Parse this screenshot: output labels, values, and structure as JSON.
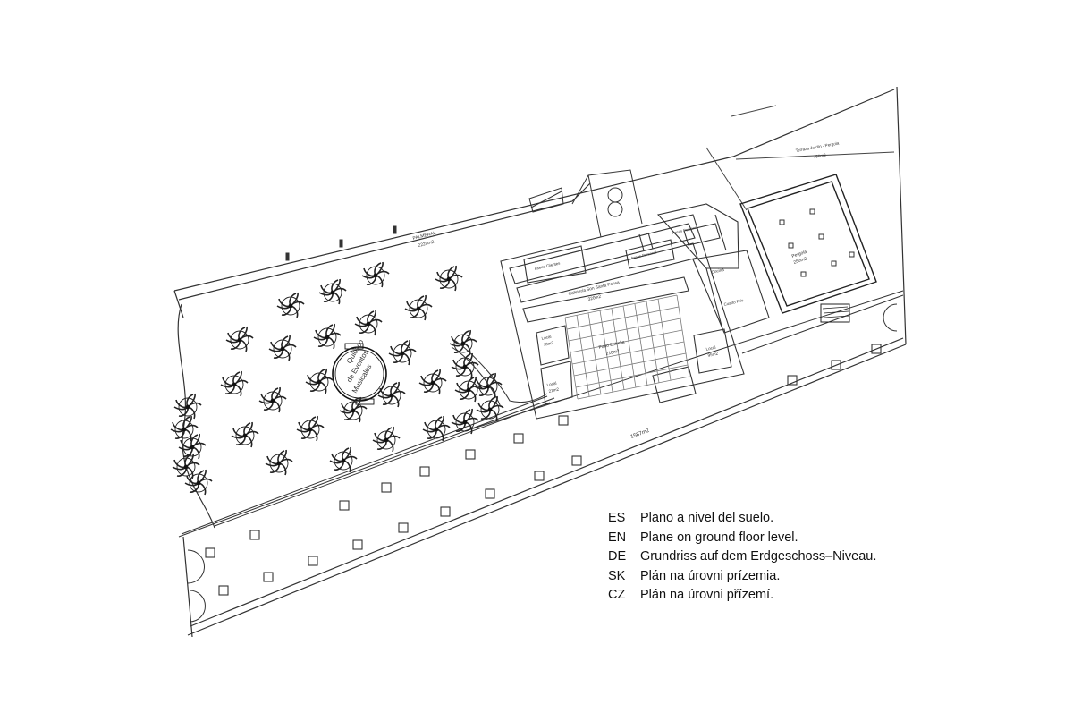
{
  "plan": {
    "labels": {
      "palmeral": "PALMERAL",
      "palmeral_area": "2220m2",
      "kiosk_line1": "Quiosco",
      "kiosk_line2": "de Eventos",
      "kiosk_line3": "Musicales",
      "terrace_area": "1587m2",
      "cafeteria": "Cafetería Son Santa Ponsa",
      "cafeteria_area": "320m2",
      "patio": "Patio Estrella",
      "patio_area": "210m2",
      "local_1": "Local",
      "local_1_area": "18m2",
      "local_2": "Local",
      "local_2_area": "21m2",
      "local_3": "Local",
      "local_3_area": "95m2",
      "aseos_clientes": "Aseos Clientes",
      "aseos_personal_1": "Aseos Personal",
      "aseos_personal_2": "Aseos Personal",
      "cocina": "Cocina",
      "cuarto_frio": "Cuarto Frío",
      "pergola": "Pergola",
      "pergola_area": "250m2",
      "terrace_garden": "Terraza Jardín - Pergola",
      "terrace_garden_area": "756m2"
    }
  },
  "legend": [
    {
      "code": "ES",
      "text": "Plano a nivel del suelo."
    },
    {
      "code": "EN",
      "text": "Plane on ground floor level."
    },
    {
      "code": "DE",
      "text": "Grundriss auf dem Erdgeschoss–Niveau."
    },
    {
      "code": "SK",
      "text": "Plán na úrovni prízemia."
    },
    {
      "code": "CZ",
      "text": "Plán na úrovni přízemí."
    }
  ]
}
